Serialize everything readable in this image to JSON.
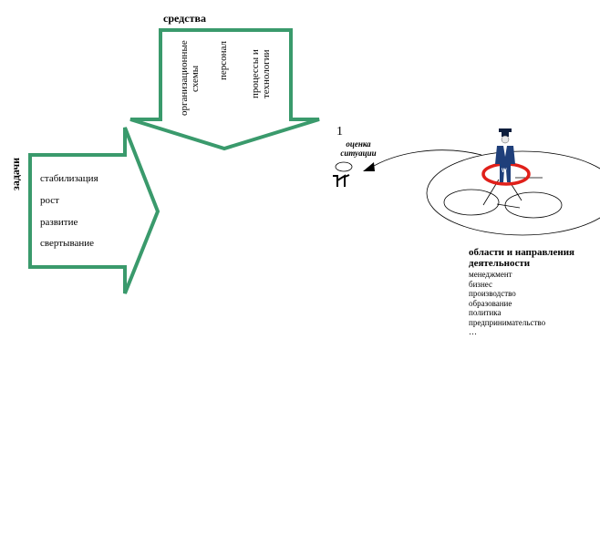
{
  "means": {
    "title": "средства",
    "items": [
      "организационные схемы",
      "персонал",
      "процессы и технологии"
    ]
  },
  "tasks": {
    "title": "задачи",
    "items": [
      "стабилизация",
      "рост",
      "развитие",
      "свертывание"
    ]
  },
  "assessment": {
    "number": "1",
    "label": "оценка ситуации"
  },
  "areas": {
    "title": "области и направления деятельности",
    "items": [
      "менеджмент",
      "бизнес",
      "производство",
      "образование",
      "политика",
      "предпринимательство",
      "…"
    ]
  },
  "figure_badge": "W",
  "colors": {
    "arrow_stroke": "#3a9a6c",
    "ring": "#e0201a",
    "figure": "#1f3f7a"
  }
}
